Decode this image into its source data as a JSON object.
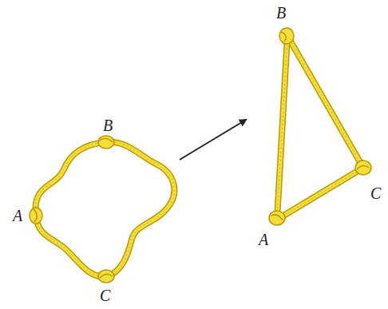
{
  "diagram": {
    "labels": [
      "B",
      "A",
      "C",
      "B",
      "A",
      "C"
    ]
  }
}
